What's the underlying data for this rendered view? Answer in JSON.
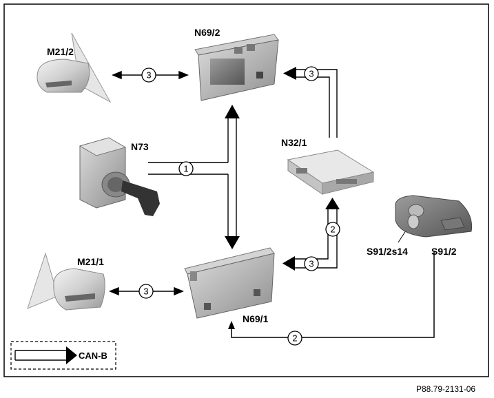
{
  "components": {
    "n69_2": "N69/2",
    "m21_2": "M21/2",
    "n73": "N73",
    "n32_1": "N32/1",
    "m21_1": "M21/1",
    "n69_1": "N69/1",
    "s91_2s14": "S91/2s14",
    "s91_2": "S91/2"
  },
  "connections": {
    "c1": "1",
    "c2a": "2",
    "c2b": "2",
    "c3a": "3",
    "c3b": "3",
    "c3c": "3",
    "c3d": "3"
  },
  "legend": {
    "label": "CAN-B"
  },
  "figure_ref": "P88.79-2131-06"
}
